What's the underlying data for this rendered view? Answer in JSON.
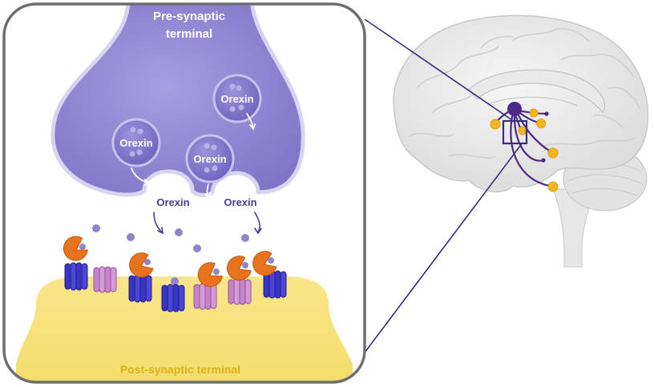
{
  "labels": {
    "pre_synaptic_line1": "Pre-synaptic",
    "pre_synaptic_line2": "terminal",
    "post_synaptic": "Post-synaptic terminal",
    "vesicles": [
      "Orexin",
      "Orexin",
      "Orexin"
    ],
    "release_sites": [
      "Orexin",
      "Orexin"
    ]
  },
  "colors": {
    "presynaptic_fill": "#8a7fce",
    "presynaptic_stroke": "#6a5cb5",
    "postsynaptic_fill": "#f7e27c",
    "orexin_molecule": "#8f86c9",
    "receptor_blue": "#3a35c4",
    "receptor_pink": "#c583c9",
    "ligand_orange": "#e8731e",
    "hypothalamus_neuron": "#4b2a86",
    "projection_target": "#f2b61c",
    "post_label_text": "#d9b21a"
  },
  "icons": [
    "brain-illustration",
    "orexin-neuron-icon",
    "receptor-icon",
    "ligand-icon"
  ]
}
